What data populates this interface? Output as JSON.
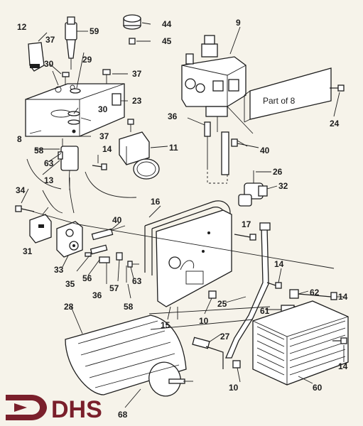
{
  "diagram": {
    "labels": [
      "12",
      "37",
      "59",
      "44",
      "45",
      "9",
      "29",
      "30",
      "37",
      "23",
      "30",
      "8",
      "58",
      "37",
      "11",
      "63",
      "14",
      "13",
      "34",
      "40",
      "31",
      "33",
      "35",
      "56",
      "36",
      "57",
      "63",
      "58",
      "17",
      "16",
      "36",
      "40",
      "24",
      "26",
      "32",
      "14",
      "62",
      "14",
      "61",
      "10",
      "25",
      "15",
      "27",
      "28",
      "10",
      "60",
      "68",
      "14"
    ],
    "callout": "Part of 8"
  },
  "brand": {
    "logo_text": "DHS",
    "logo_color": "#7a1f2b"
  }
}
